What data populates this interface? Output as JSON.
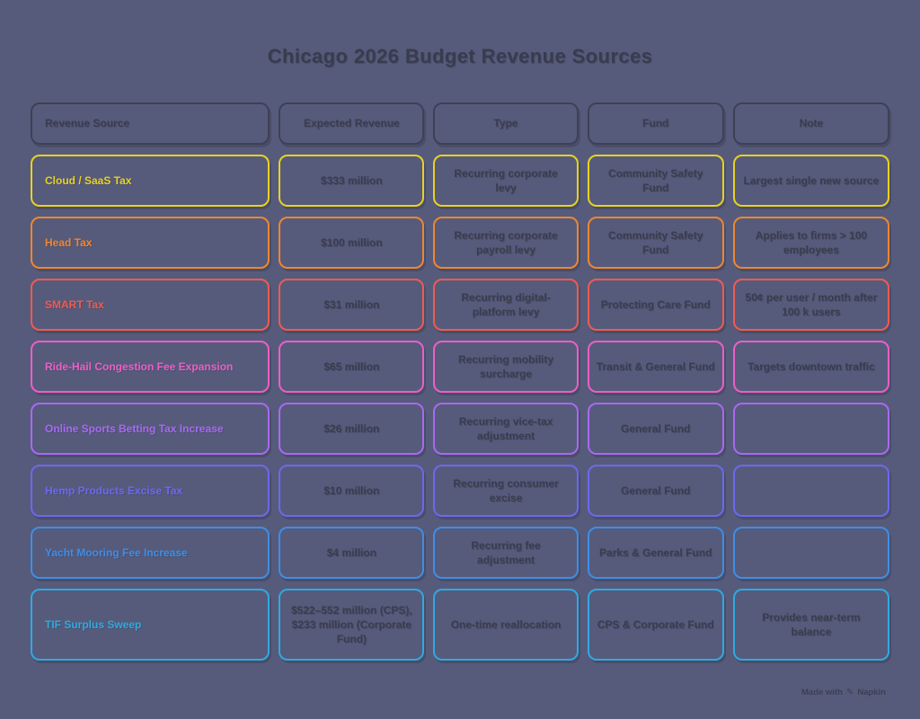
{
  "title": "Chicago 2026 Budget Revenue Sources",
  "colors": {
    "background": "#565B7C",
    "header_border": "#3E4154",
    "dark_text": "#3A3D4E",
    "cell_shadow": "#494D68"
  },
  "table": {
    "headers": [
      "Revenue Source",
      "Expected Revenue",
      "Type",
      "Fund",
      "Note"
    ],
    "rows": [
      {
        "color": "#E8D21F",
        "source": "Cloud / SaaS Tax",
        "revenue": "$333 million",
        "type": "Recurring corporate levy",
        "fund": "Community Safety Fund",
        "note": "Largest single new source"
      },
      {
        "color": "#F0862E",
        "source": "Head Tax",
        "revenue": "$100 million",
        "type": "Recurring corporate payroll levy",
        "fund": "Community Safety Fund",
        "note": "Applies to firms > 100 employees"
      },
      {
        "color": "#F05B50",
        "source": "SMART Tax",
        "revenue": "$31 million",
        "type": "Recurring digital-platform levy",
        "fund": "Protecting Care Fund",
        "note": "50¢ per user / month after 100 k users"
      },
      {
        "color": "#ED5EC6",
        "source": "Ride-Hail Congestion Fee Expansion",
        "revenue": "$65 million",
        "type": "Recurring mobility surcharge",
        "fund": "Transit & General Fund",
        "note": "Targets downtown traffic"
      },
      {
        "color": "#A968F2",
        "source": "Online Sports Betting Tax Increase",
        "revenue": "$26 million",
        "type": "Recurring vice-tax adjustment",
        "fund": "General Fund",
        "note": ""
      },
      {
        "color": "#6C68EF",
        "source": "Hemp Products Excise Tax",
        "revenue": "$10 million",
        "type": "Recurring consumer excise",
        "fund": "General Fund",
        "note": ""
      },
      {
        "color": "#3E8EE6",
        "source": "Yacht Mooring Fee Increase",
        "revenue": "$4 million",
        "type": "Recurring fee adjustment",
        "fund": "Parks & General Fund",
        "note": ""
      },
      {
        "color": "#2FA9E1",
        "source": "TIF Surplus Sweep",
        "revenue": "$522–552 million (CPS), $233 million (Corporate Fund)",
        "type": "One-time reallocation",
        "fund": "CPS & Corporate Fund",
        "note": "Provides near-term balance"
      }
    ]
  },
  "footer": {
    "made_with": "Made with",
    "brand": "Napkin",
    "pen_icon": "✎"
  }
}
